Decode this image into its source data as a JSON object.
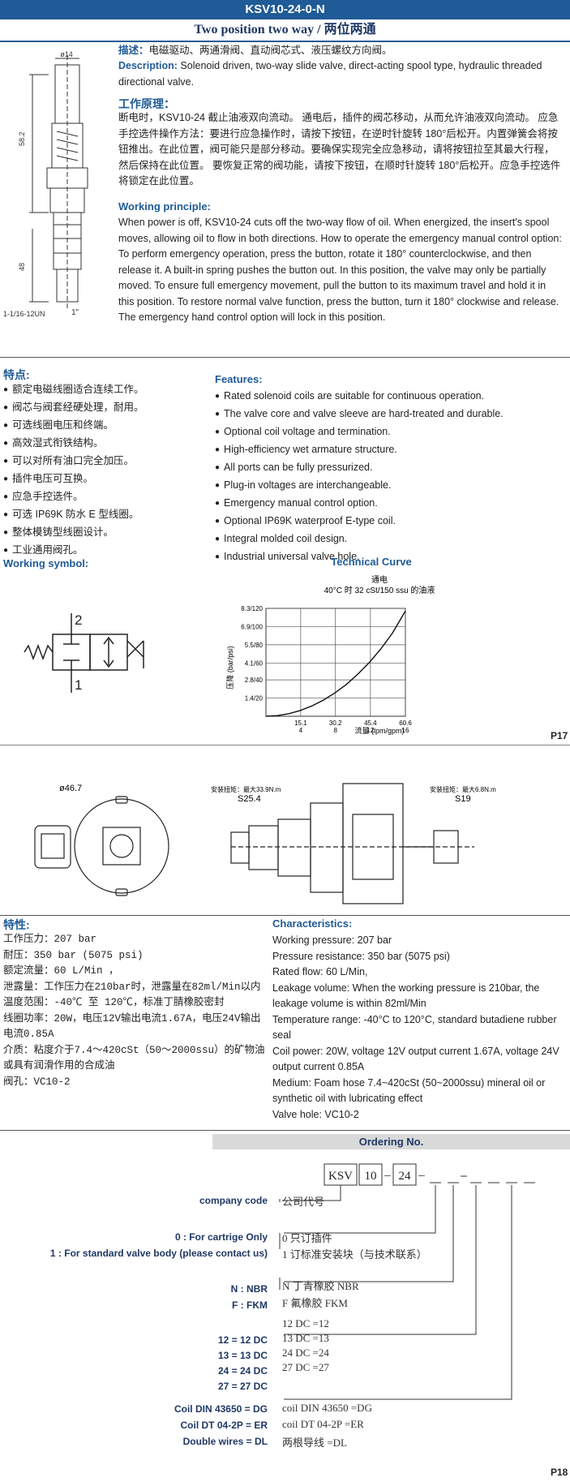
{
  "header": {
    "model": "KSV10-24-0-N",
    "subtitle": "Two position two way / 两位两通"
  },
  "drawing_top": {
    "dim_dia": "ø14",
    "dim_58": "58.2",
    "dim_48": "48",
    "dim_thread": "1-1/16-12UN",
    "dim_1": "1\""
  },
  "desc": {
    "cn_label": "描述：",
    "cn_text": "电磁驱动、两通滑阀、直动阀芯式、液压螺纹方向阀。",
    "en_label": "Description:",
    "en_text": "Solenoid driven, two-way slide valve, direct-acting spool type, hydraulic threaded directional valve."
  },
  "principle": {
    "cn_title": "工作原理：",
    "cn_text": "断电时，KSV10-24 截止油液双向流动。 通电后，插件的阀芯移动，从而允许油液双向流动。 应急手控选件操作方法：要进行应急操作时，请按下按钮，在逆时针旋转 180°后松开。内置弹簧会将按钮推出。在此位置，阀可能只是部分移动。要确保实现完全应急移动，请将按钮拉至其最大行程，然后保持在此位置。 要恢复正常的阀功能，请按下按钮，在顺时针旋转 180°后松开。应急手控选件将锁定在此位置。",
    "en_title": "Working principle:",
    "en_text": "When power is off, KSV10-24 cuts off the two-way flow of oil. When energized, the insert's spool moves, allowing oil to flow in both directions. How to operate the emergency manual control option: To perform emergency operation, press the button, rotate it 180° counterclockwise, and then release it. A built-in spring pushes the button out. In this position, the valve may only be partially moved. To ensure full emergency movement, pull the button to its maximum travel and hold it in this position. To restore normal valve function, press the button, turn it 180° clockwise and release. The emergency hand control option will lock in this position."
  },
  "features_cn": {
    "title": "特点:",
    "items": [
      "额定电磁线圈适合连续工作。",
      "阀芯与阀套经硬处理，耐用。",
      "可选线圈电压和终端。",
      "高效湿式衔铁结构。",
      "可以对所有油口完全加压。",
      "插件电压可互换。",
      "应急手控选件。",
      "可选 IP69K 防水 E 型线圈。",
      "整体模铸型线圈设计。",
      "工业通用阀孔。"
    ]
  },
  "features_en": {
    "title": "Features:",
    "items": [
      "Rated solenoid coils are suitable for continuous operation.",
      "The valve core and valve sleeve are hard-treated and durable.",
      "Optional coil voltage and termination.",
      "High-efficiency wet armature structure.",
      "All ports can be fully pressurized.",
      "Plug-in voltages are interchangeable.",
      "Emergency manual control option.",
      "Optional IP69K waterproof E-type coil.",
      "Integral molded coil design.",
      "Industrial universal valve hole."
    ]
  },
  "symbol": {
    "title": "Working symbol:",
    "port2": "2",
    "port1": "1"
  },
  "chart_data": {
    "type": "line",
    "title": "Technical Curve",
    "subtitle_cn": "通电",
    "subtitle": "40°C 时 32 cSt/150 ssu 的油液",
    "ylabel": "压降 (bar/psi)",
    "xlabel": "流量 (lpm/gpm)",
    "xlim": [
      0,
      60.6
    ],
    "ylim": [
      0,
      8.3
    ],
    "x_ticks": [
      "15.1",
      "30.2",
      "45.4",
      "60.6"
    ],
    "x_ticks2": [
      "4",
      "8",
      "12",
      "16"
    ],
    "y_ticks": [
      "1.4/20",
      "2.8/40",
      "4.1/60",
      "5.5/80",
      "6.9/100",
      "8.3/120"
    ],
    "series": [
      {
        "x": [
          0,
          5,
          10,
          15,
          20,
          25,
          30,
          35,
          40,
          45,
          50,
          55,
          60.6
        ],
        "y": [
          0,
          0.05,
          0.2,
          0.45,
          0.8,
          1.25,
          1.8,
          2.45,
          3.25,
          4.15,
          5.2,
          6.4,
          8.1
        ]
      }
    ]
  },
  "drawing_mid": {
    "dia": "ø46.7",
    "t1": "安装扭矩：最大33.9N.m",
    "s1": "S25.4",
    "t2": "安装扭矩：最大6.8N.m",
    "s2": "S19"
  },
  "pages": {
    "p17": "P17",
    "p18": "P18"
  },
  "spec_cn": {
    "title": "特性:",
    "lines": [
      "工作压力：207 bar",
      "耐压：350 bar (5075 psi)",
      "额定流量：60 L/Min ，",
      "泄露量：工作压力在210bar时，泄露量在82ml/Min以内",
      "温度范围：-40℃ 至 120℃，标准丁腈橡胶密封",
      "线圈功率：20W，电压12V输出电流1.67A，电压24V输出电流0.85A",
      "介质：粘度介于7.4～420cSt（50～2000ssu）的矿物油或具有润滑作用的合成油",
      "阀孔：VC10-2"
    ]
  },
  "spec_en": {
    "title": "Characteristics:",
    "lines": [
      "Working pressure: 207 bar",
      "Pressure resistance: 350 bar (5075 psi)",
      "Rated flow: 60 L/Min,",
      "Leakage volume: When the working pressure is 210bar, the leakage volume is within 82ml/Min",
      "Temperature range: -40°C to 120°C, standard butadiene rubber seal",
      "Coil power: 20W, voltage 12V output current 1.67A, voltage 24V output current 0.85A",
      "Medium: Foam hose 7.4~420cSt (50~2000ssu) mineral oil or synthetic oil with lubricating effect",
      "Valve hole: VC10-2"
    ]
  },
  "ordering": {
    "title": "Ordering No.",
    "code": {
      "ksv": "KSV",
      "n10": "10",
      "n24": "24",
      "dash": "–"
    },
    "company_label": "company code",
    "company_cn": "公司代号",
    "opt0_label": "0 : For cartrige Only",
    "opt1_label": "1 : For standard valve body (please contact us)",
    "opt0_cn": "0   只订插件",
    "opt1_cn": "1   订标准安装块（与技术联系）",
    "n_label": "N : NBR",
    "f_label": "F : FKM",
    "n_cn": "N   丁青橡胶 NBR",
    "f_cn": "F   氟橡胶   FKM",
    "v12": "12 = 12 DC",
    "v13": "13 = 13 DC",
    "v24": "24 = 24 DC",
    "v27": "27 = 27 DC",
    "v12c": "12 DC      =12",
    "v13c": "13 DC      =13",
    "v24c": "24 DC      =24",
    "v27c": "27 DC      =27",
    "dg": "Coil DIN 43650 = DG",
    "er": "Coil DT 04-2P = ER",
    "dl": "Double wires = DL",
    "dgc": "coil DIN 43650       =DG",
    "erc": "coil DT 04-2P        =ER",
    "dlc": "两根导线                =DL"
  }
}
